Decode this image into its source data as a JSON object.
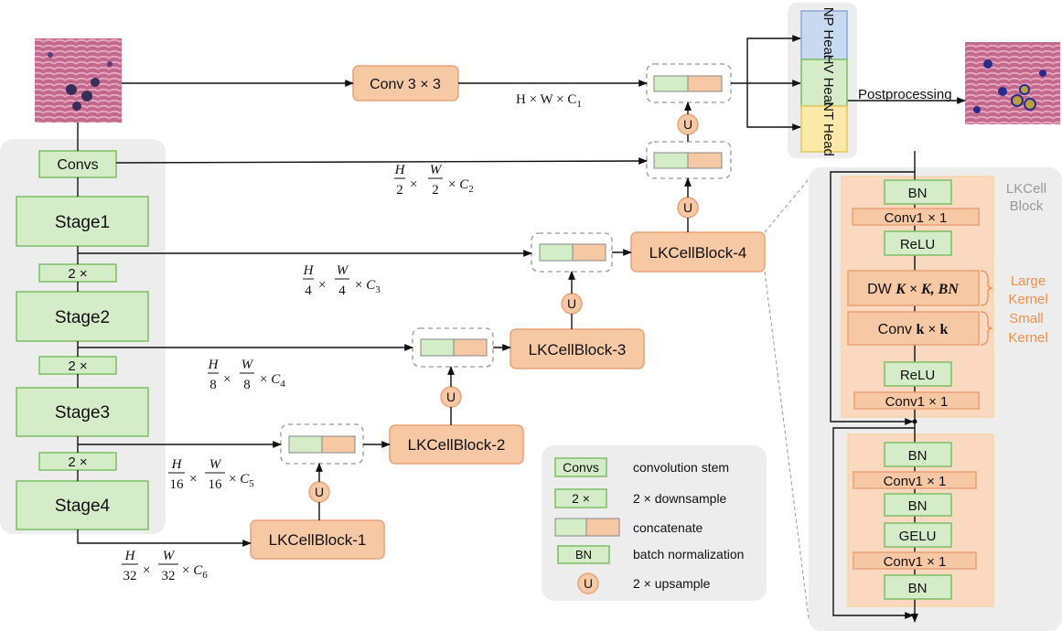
{
  "encoder": {
    "convs": "Convs",
    "stages": [
      "Stage1",
      "Stage2",
      "Stage3",
      "Stage4"
    ],
    "downsample": "2 ×"
  },
  "decoder": {
    "conv3x3": "Conv 3 × 3",
    "blocks": [
      "LKCellBlock-1",
      "LKCellBlock-2",
      "LKCellBlock-3",
      "LKCellBlock-4"
    ],
    "upsample": "U"
  },
  "dims": {
    "full": "H × W × C",
    "full_sub": "1",
    "c2": "2",
    "c3": "3",
    "c4": "4",
    "c5": "5",
    "c6": "6",
    "h": "H",
    "w": "W",
    "times": "×",
    "c": "C",
    "denoms": [
      "2",
      "4",
      "8",
      "16",
      "32"
    ]
  },
  "heads": [
    "NP Head",
    "HV Head",
    "NT Head"
  ],
  "postprocessing": "Postprocessing",
  "legend": {
    "convs_label": "Convs",
    "convs_text": "convolution stem",
    "down_label": "2 ×",
    "down_text": "2 × downsample",
    "concat_text": "concatenate",
    "bn_label": "BN",
    "bn_text": "batch normalization",
    "u_label": "U",
    "u_text": "2 × upsample"
  },
  "lkcell": {
    "title_line1": "LKCell",
    "title_line2": "Block",
    "top": [
      "BN",
      "Conv1 × 1",
      "ReLU"
    ],
    "dw_prefix": "DW ",
    "dw_math": "K × K, BN",
    "conv_prefix": "Conv ",
    "conv_math": "k × k",
    "relu2": "ReLU",
    "conv_last": "Conv1 × 1",
    "large_l1": "Large",
    "large_l2": "Kernel",
    "small_l1": "Small",
    "small_l2": "Kernel",
    "ffn": [
      "BN",
      "Conv1 × 1",
      "BN",
      "GELU",
      "Conv1 × 1",
      "BN"
    ]
  },
  "colors": {
    "green_fill": "#d5ecc8",
    "green_stroke": "#7cbf64",
    "orange_fill": "#f7c8a4",
    "orange_stroke": "#e9a277",
    "np_head": "#c9daf0",
    "hv_head": "#d5ecc8",
    "nt_head": "#fbeaa7",
    "panel_gray": "#ededed",
    "accent_orange": "#f08f4a"
  }
}
